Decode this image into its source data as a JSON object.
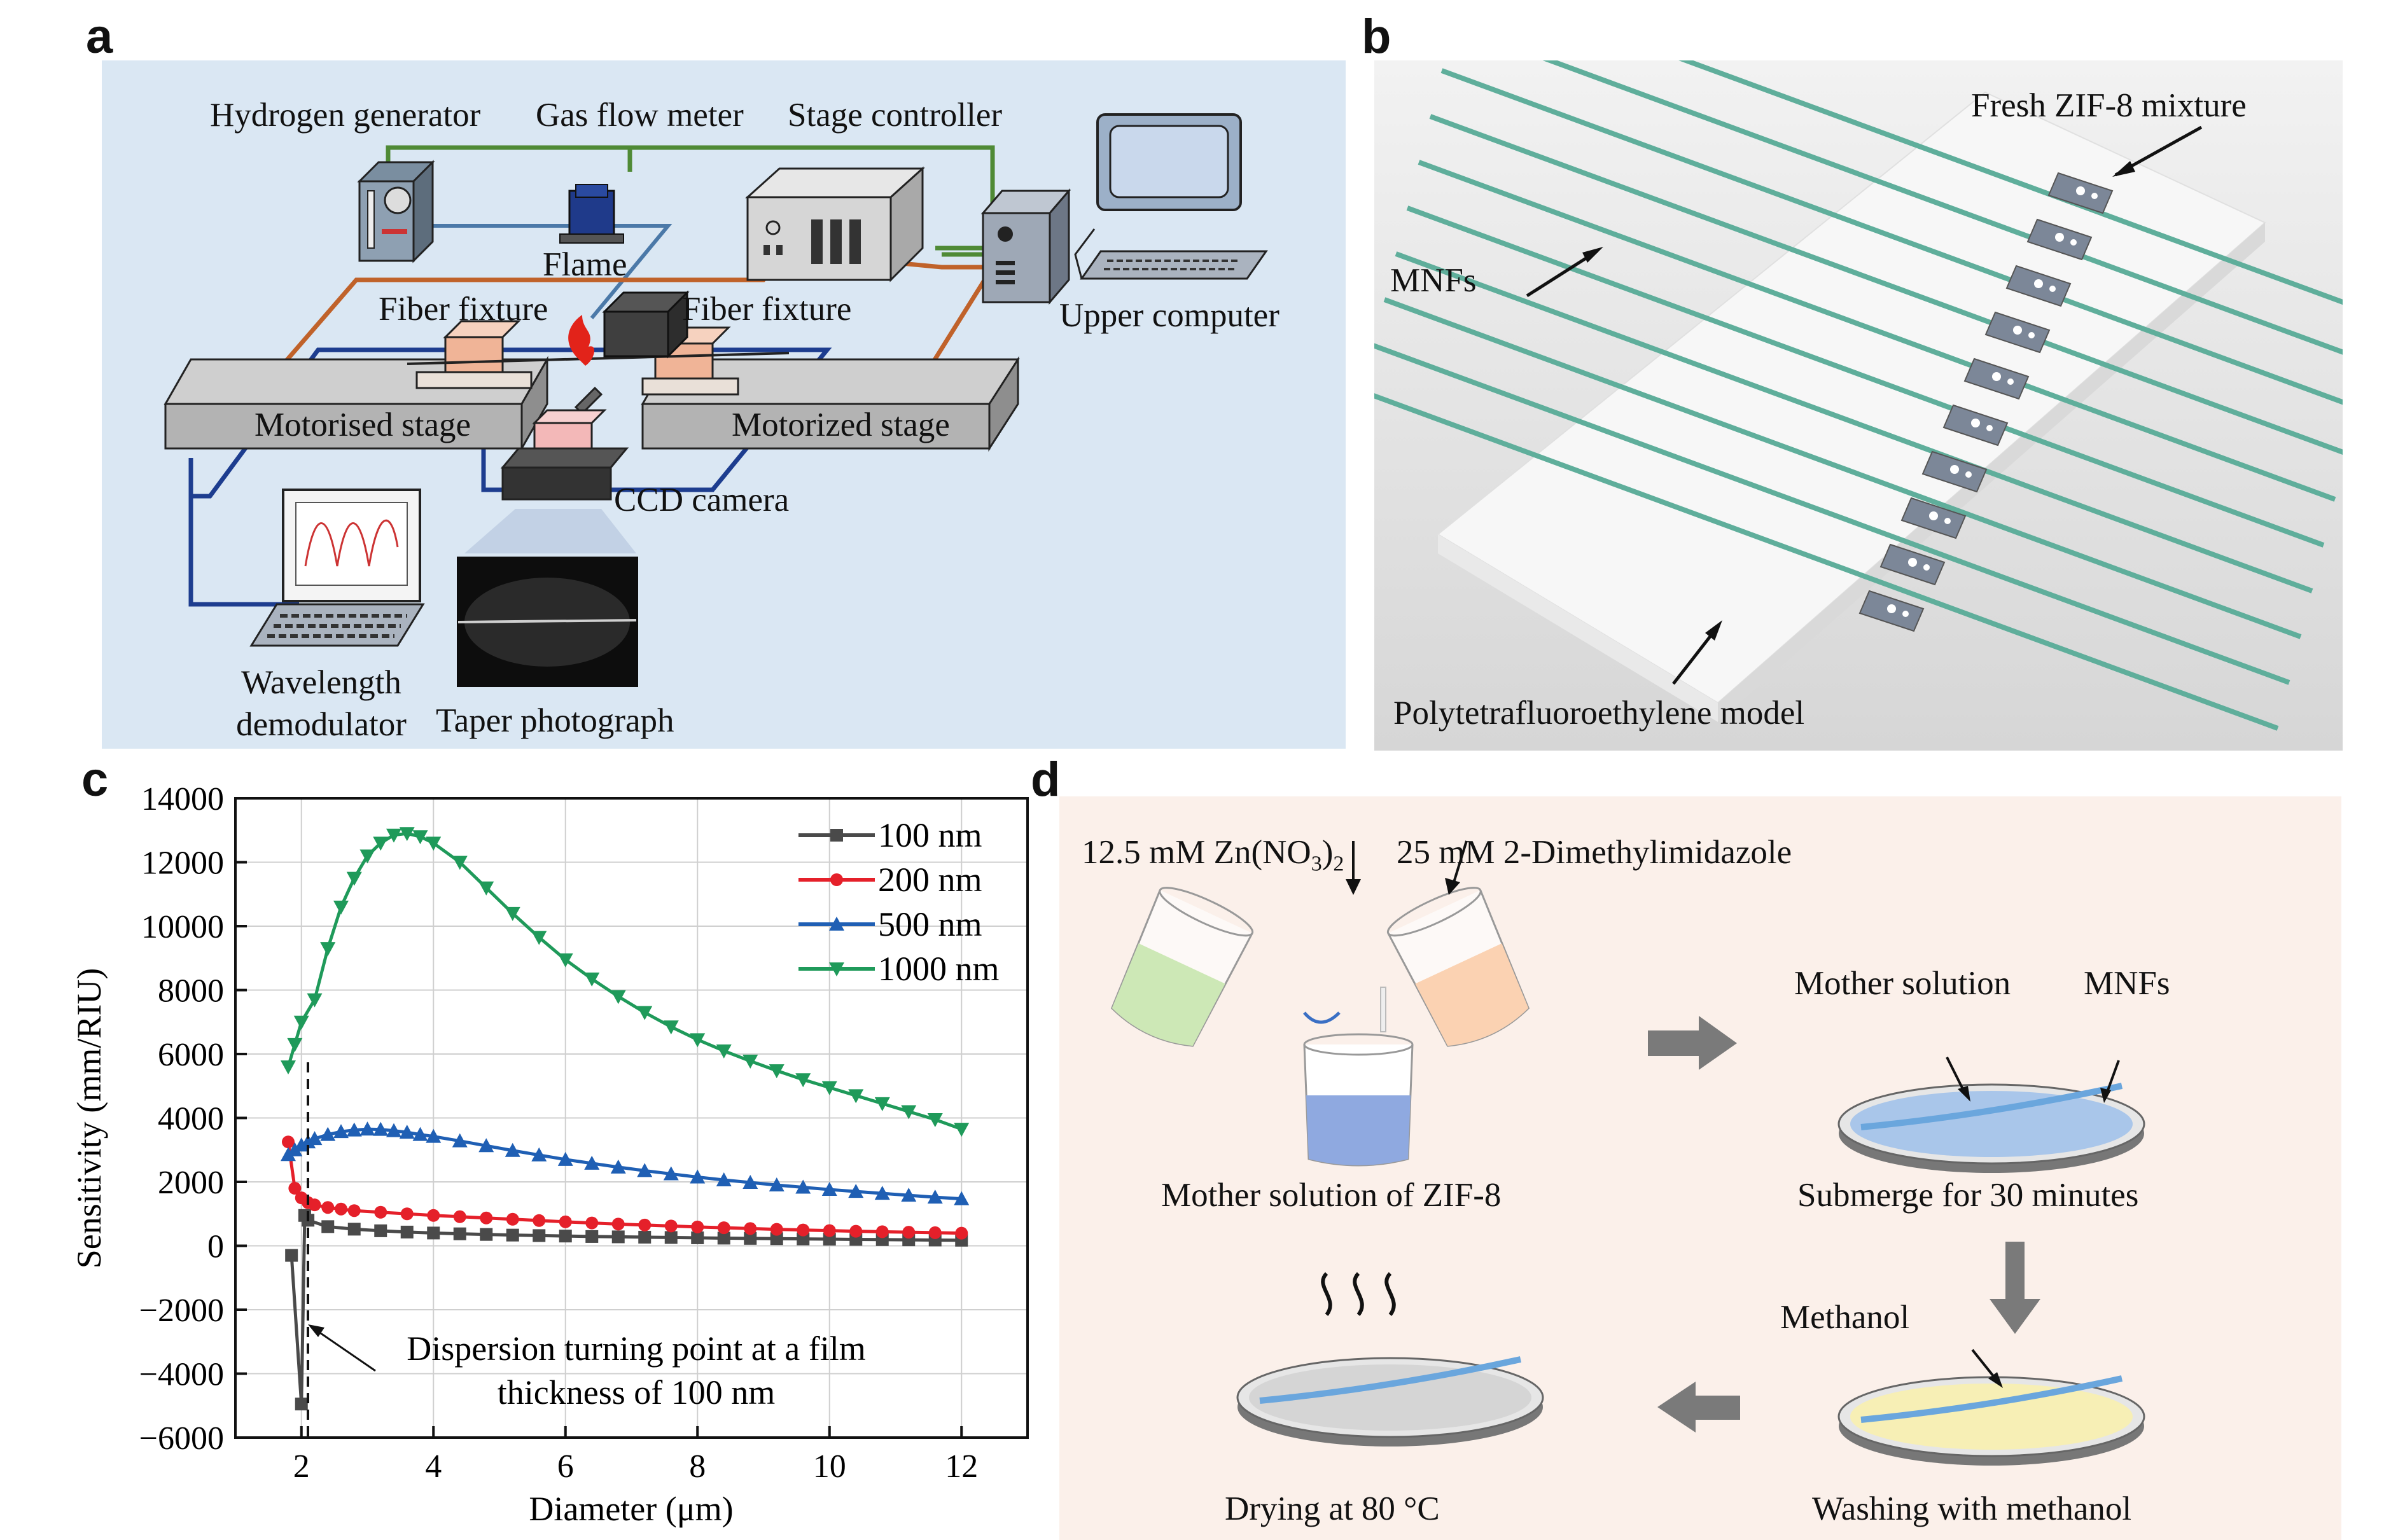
{
  "panels": {
    "a": {
      "letter": "a",
      "labels": {
        "hydrogen_generator": "Hydrogen generator",
        "gas_flow_meter": "Gas flow meter",
        "stage_controller": "Stage controller",
        "flame": "Flame",
        "fiber_fixture_left": "Fiber fixture",
        "fiber_fixture_right": "Fiber fixture",
        "upper_computer": "Upper computer",
        "motorised_stage": "Motorised stage",
        "motorized_stage": "Motorized stage",
        "ccd_camera": "CCD camera",
        "wavelength_demodulator_line1": "Wavelength",
        "wavelength_demodulator_line2": "demodulator",
        "taper_photograph": "Taper photograph"
      }
    },
    "b": {
      "letter": "b",
      "labels": {
        "fresh_zif8": "Fresh ZIF-8 mixture",
        "mnfs": "MNFs",
        "ptfe_model": "Polytetrafluoroethylene model"
      }
    },
    "c": {
      "letter": "c",
      "annotation_line1": "Dispersion turning point at a film",
      "annotation_line2": "thickness of 100 nm"
    },
    "d": {
      "letter": "d",
      "labels": {
        "zn_prefix": "12.5 mM Zn(NO",
        "zn_sub1": "3",
        "zn_mid": ")",
        "zn_sub2": "2",
        "dmim": "25 mM 2-Dimethylimidazole",
        "mother_solution": "Mother solution",
        "mnfs": "MNFs",
        "mother_solution_zif8": "Mother solution of ZIF-8",
        "submerge": "Submerge for 30 minutes",
        "methanol": "Methanol",
        "drying": "Drying at 80 °C",
        "washing": "Washing with methanol"
      }
    }
  },
  "colors": {
    "panel_a_bg": "#dae7f3",
    "panel_d_bg": "#fbf0ea",
    "series_100": "#4a4a4a",
    "series_200": "#e5202a",
    "series_500": "#1f5fb4",
    "series_1000": "#1f9a5a"
  },
  "chart_data": {
    "type": "line",
    "title": "",
    "xlabel": "Diameter (μm)",
    "ylabel": "Sensitivity (mm/RIU)",
    "xlim": [
      1,
      13
    ],
    "ylim": [
      -6000,
      14000
    ],
    "xticks": [
      2,
      4,
      6,
      8,
      10,
      12
    ],
    "xtick_labels": [
      "2",
      "4",
      "6",
      "8",
      "10",
      "12"
    ],
    "yticks": [
      -6000,
      -4000,
      -2000,
      0,
      2000,
      4000,
      6000,
      8000,
      10000,
      12000,
      14000
    ],
    "ytick_labels": [
      "−6000",
      "−4000",
      "−2000",
      "0",
      "2000",
      "4000",
      "6000",
      "8000",
      "10000",
      "12000",
      "14000"
    ],
    "grid": true,
    "legend_position": "top-right",
    "series": [
      {
        "name": "100 nm",
        "marker": "square",
        "color": "#4a4a4a",
        "x": [
          1.85,
          2.0,
          2.05,
          2.1,
          2.4,
          2.8,
          3.2,
          3.6,
          4.0,
          4.4,
          4.8,
          5.2,
          5.6,
          6.0,
          6.4,
          6.8,
          7.2,
          7.6,
          8.0,
          8.4,
          8.8,
          9.2,
          9.6,
          10.0,
          10.4,
          10.8,
          11.2,
          11.6,
          12.0
        ],
        "y": [
          -300,
          -4950,
          950,
          800,
          600,
          520,
          470,
          430,
          400,
          375,
          355,
          335,
          320,
          305,
          290,
          280,
          270,
          260,
          250,
          240,
          232,
          224,
          216,
          208,
          200,
          193,
          186,
          180,
          174
        ]
      },
      {
        "name": "200 nm",
        "marker": "circle",
        "color": "#e5202a",
        "x": [
          1.8,
          1.9,
          2.0,
          2.1,
          2.2,
          2.4,
          2.6,
          2.8,
          3.2,
          3.6,
          4.0,
          4.4,
          4.8,
          5.2,
          5.6,
          6.0,
          6.4,
          6.8,
          7.2,
          7.6,
          8.0,
          8.4,
          8.8,
          9.2,
          9.6,
          10.0,
          10.4,
          10.8,
          11.2,
          11.6,
          12.0
        ],
        "y": [
          3250,
          1800,
          1500,
          1350,
          1280,
          1200,
          1150,
          1100,
          1050,
          1000,
          950,
          910,
          870,
          830,
          790,
          750,
          715,
          680,
          650,
          620,
          590,
          565,
          540,
          515,
          495,
          475,
          455,
          440,
          425,
          410,
          395
        ]
      },
      {
        "name": "500 nm",
        "marker": "triangle-up",
        "color": "#1f5fb4",
        "x": [
          1.8,
          1.9,
          2.0,
          2.1,
          2.2,
          2.4,
          2.6,
          2.8,
          3.0,
          3.2,
          3.4,
          3.6,
          3.8,
          4.0,
          4.4,
          4.8,
          5.2,
          5.6,
          6.0,
          6.4,
          6.8,
          7.2,
          7.6,
          8.0,
          8.4,
          8.8,
          9.2,
          9.6,
          10.0,
          10.4,
          10.8,
          11.2,
          11.6,
          12.0
        ],
        "y": [
          2850,
          3000,
          3150,
          3250,
          3350,
          3480,
          3570,
          3620,
          3650,
          3640,
          3600,
          3550,
          3480,
          3420,
          3280,
          3130,
          2980,
          2840,
          2700,
          2580,
          2460,
          2350,
          2250,
          2150,
          2060,
          1980,
          1900,
          1830,
          1760,
          1700,
          1640,
          1580,
          1520,
          1470
        ]
      },
      {
        "name": "1000 nm",
        "marker": "triangle-down",
        "color": "#1f9a5a",
        "x": [
          1.8,
          1.9,
          2.0,
          2.2,
          2.4,
          2.6,
          2.8,
          3.0,
          3.2,
          3.4,
          3.6,
          3.8,
          4.0,
          4.4,
          4.8,
          5.2,
          5.6,
          6.0,
          6.4,
          6.8,
          7.2,
          7.6,
          8.0,
          8.4,
          8.8,
          9.2,
          9.6,
          10.0,
          10.4,
          10.8,
          11.2,
          11.6,
          12.0
        ],
        "y": [
          5600,
          6300,
          7000,
          7700,
          9300,
          10600,
          11500,
          12200,
          12600,
          12850,
          12900,
          12800,
          12600,
          12000,
          11200,
          10400,
          9650,
          8950,
          8350,
          7800,
          7300,
          6850,
          6450,
          6100,
          5780,
          5480,
          5200,
          4950,
          4700,
          4450,
          4200,
          3950,
          3650
        ]
      }
    ]
  }
}
